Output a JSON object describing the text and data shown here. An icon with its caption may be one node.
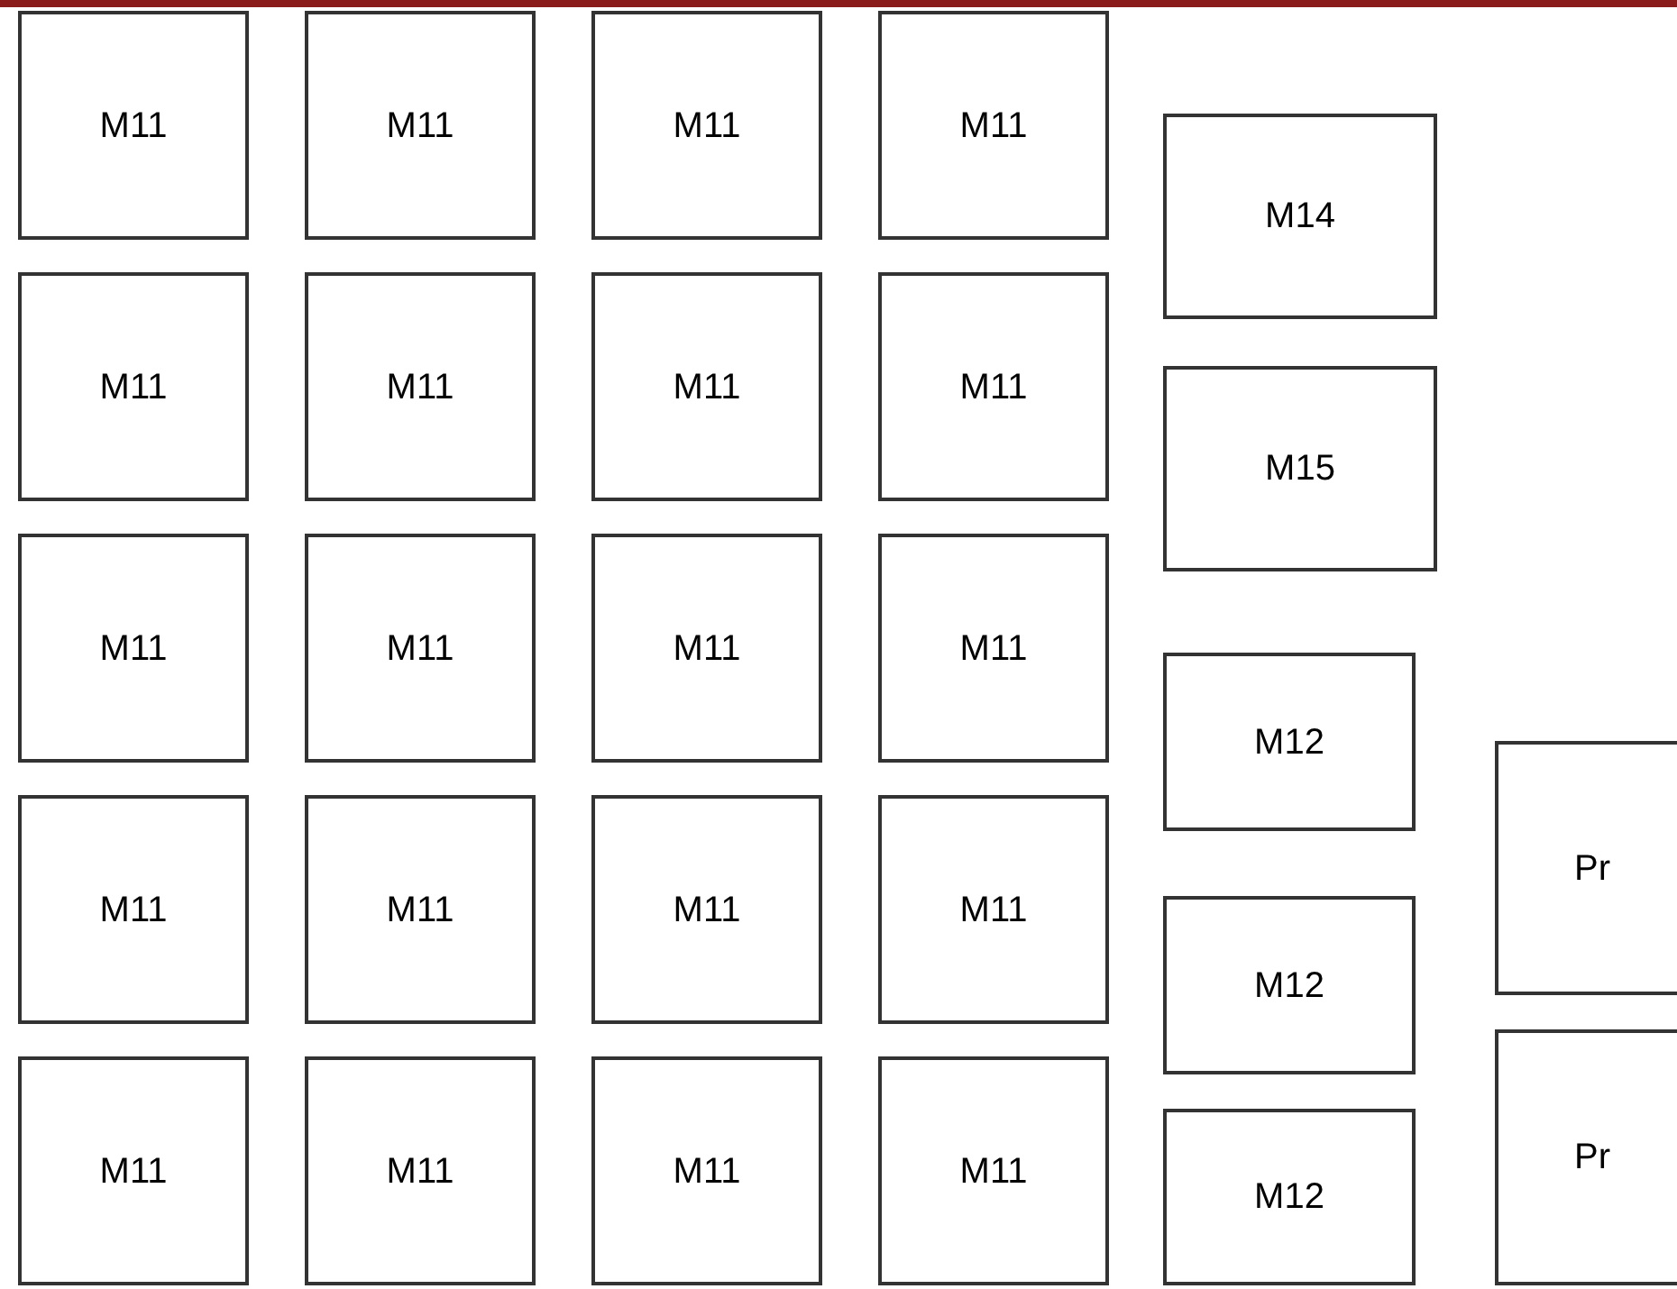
{
  "diagram": {
    "nodes": [
      {
        "text": [
          "M11"
        ]
      },
      {
        "text": [
          "M11"
        ]
      },
      {
        "text": [
          "M11"
        ]
      },
      {
        "text": [
          "M11"
        ]
      },
      {
        "text": [
          "M11"
        ]
      },
      {
        "text": [
          "M11"
        ]
      },
      {
        "text": [
          "M11"
        ]
      },
      {
        "text": [
          "M11"
        ]
      },
      {
        "text": [
          "M11"
        ]
      },
      {
        "text": [
          "M11"
        ]
      },
      {
        "text": [
          "M11"
        ]
      },
      {
        "text": [
          "M11"
        ]
      },
      {
        "text": [
          "M11"
        ]
      },
      {
        "text": [
          "M11"
        ]
      },
      {
        "text": [
          "M11"
        ]
      },
      {
        "text": [
          "M11"
        ]
      },
      {
        "text": [
          "M11"
        ]
      },
      {
        "text": [
          "M11"
        ]
      },
      {
        "text": [
          "M11"
        ]
      },
      {
        "text": [
          "M11"
        ]
      },
      {
        "text": [
          "M14"
        ]
      },
      {
        "text": [
          "M15"
        ]
      },
      {
        "text": [
          "M12"
        ]
      },
      {
        "text": [
          "M12"
        ]
      },
      {
        "text": [
          "M12"
        ]
      },
      {
        "text": [
          "Pr"
        ]
      },
      {
        "text": [
          "Pr"
        ]
      }
    ]
  }
}
